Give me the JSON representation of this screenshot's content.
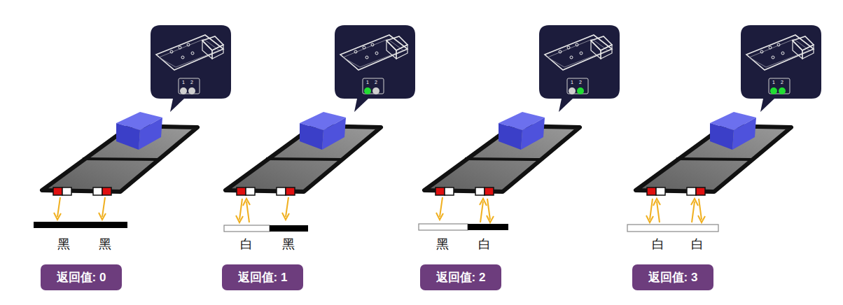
{
  "diagram": {
    "nodes": [
      {
        "text": [
          "返回值: 0"
        ]
      },
      {
        "text": [
          "返回值: 1"
        ]
      },
      {
        "text": [
          "返回值: 2"
        ]
      },
      {
        "text": [
          "返回值: 3"
        ]
      }
    ],
    "labels": [
      "1",
      "2",
      "黑",
      "黑",
      "1",
      "2",
      "白",
      "黑",
      "1",
      "2",
      "黑",
      "白",
      "1",
      "2",
      "白",
      "白"
    ]
  }
}
